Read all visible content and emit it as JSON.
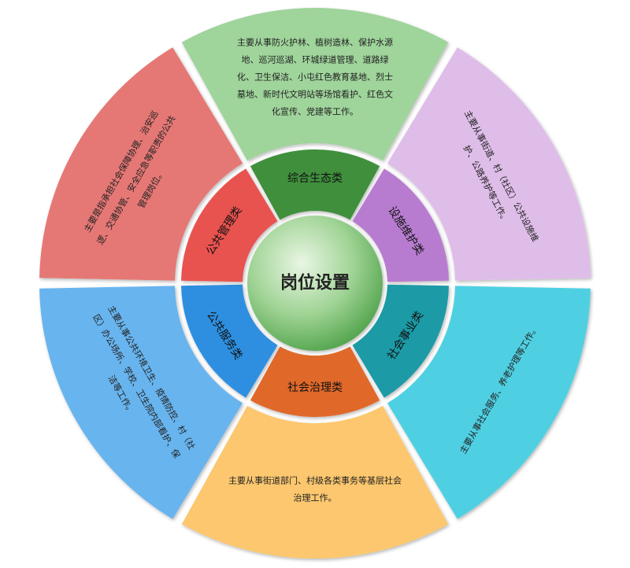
{
  "center": {
    "title": "岗位设置"
  },
  "segments": [
    {
      "key": "eco",
      "category": "综合生态类",
      "inner_color": "#3f8f3c",
      "outer_color": "#9fd49b",
      "description_lines": [
        "主要从事防火护林、植树造林、保护水源",
        "地、巡河巡湖、环城绿道管理、道路绿",
        "化、卫生保洁、小屯红色教育基地、烈士",
        "墓地、新时代文明站等场馆看护、红色文",
        "化宣传、党建等工作。"
      ]
    },
    {
      "key": "facility",
      "category": "设施维护类",
      "inner_color": "#b77ccf",
      "outer_color": "#dfbde9",
      "description_lines": [
        "主要从事街道、村（社区）公共设施维",
        "护、公路养护等工作。"
      ]
    },
    {
      "key": "social-affairs",
      "category": "社会事业类",
      "inner_color": "#1a9aa6",
      "outer_color": "#4fd0e2",
      "description_lines": [
        "主要从事社会服务、养老护理等工作。"
      ]
    },
    {
      "key": "governance",
      "category": "社会治理类",
      "inner_color": "#e0692a",
      "outer_color": "#fcc76e",
      "description_lines": [
        "主要从事街道部门、村级各类事务等基层社会",
        "治理工作。"
      ]
    },
    {
      "key": "public-service",
      "category": "公共服务类",
      "inner_color": "#2f8fe0",
      "outer_color": "#67b4ee",
      "description_lines": [
        "主要从事公共环境卫生、疫情防控、村（社",
        "区）办公场所、学校、卫生院内部看护、保",
        "洁等工作。"
      ]
    },
    {
      "key": "public-management",
      "category": "公共管理类",
      "inner_color": "#e8534f",
      "outer_color": "#e57875",
      "description_lines": [
        "主要是指承担社会保障协理、治安巡",
        "逻、交通协管、安全应急等职责的公共",
        "管理岗位。"
      ]
    }
  ]
}
